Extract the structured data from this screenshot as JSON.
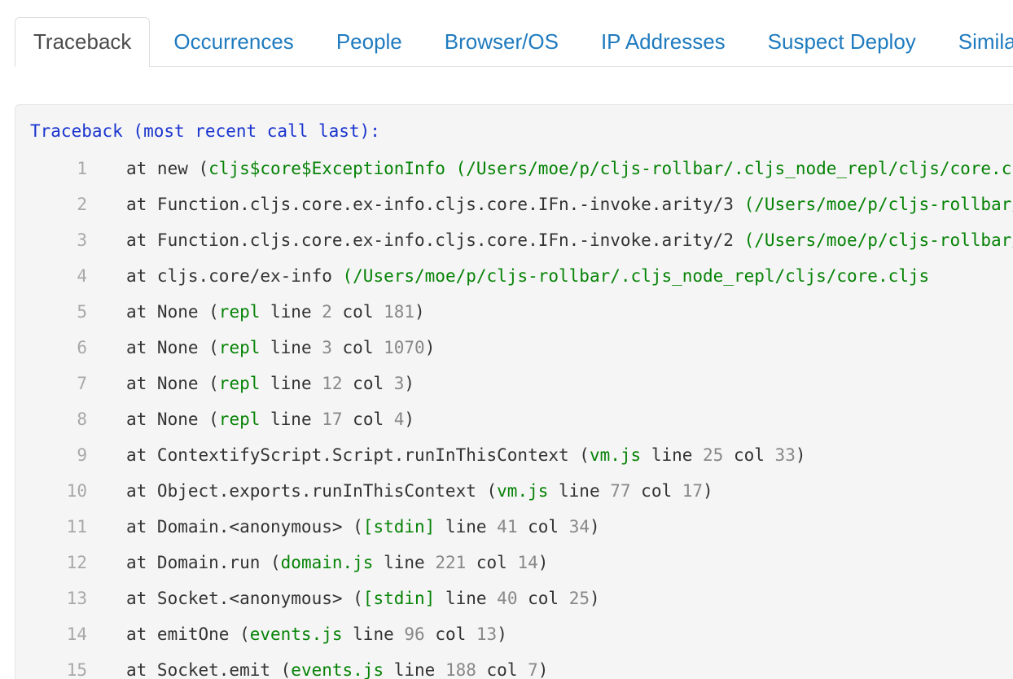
{
  "tabs": [
    {
      "label": "Traceback",
      "active": true
    },
    {
      "label": "Occurrences",
      "active": false
    },
    {
      "label": "People",
      "active": false
    },
    {
      "label": "Browser/OS",
      "active": false
    },
    {
      "label": "IP Addresses",
      "active": false
    },
    {
      "label": "Suspect Deploy",
      "active": false
    },
    {
      "label": "Similar I",
      "active": false
    }
  ],
  "traceback": {
    "header": "Traceback (most recent call last):",
    "colors": {
      "header": "#1a34cf",
      "path": "#068306",
      "number": "#888888",
      "text": "#333333",
      "gutter": "#a8a8a8",
      "panel_bg": "#f5f5f5",
      "tab_link": "#1f7bbf",
      "tab_active": "#4d4d4d"
    },
    "frames": [
      {
        "n": "1",
        "parts": [
          {
            "t": "at new (",
            "c": "plain"
          },
          {
            "t": "cljs$core$ExceptionInfo",
            "c": "path"
          },
          {
            "t": " ",
            "c": "plain"
          },
          {
            "t": "(/Users/moe/p/cljs-rollbar/.cljs_node_repl/cljs/core.cljs",
            "c": "path"
          }
        ]
      },
      {
        "n": "2",
        "parts": [
          {
            "t": "at Function.cljs.core.ex-info.cljs.core.IFn.-invoke.arity/3 ",
            "c": "plain"
          },
          {
            "t": "(/Users/moe/p/cljs-rollbar/.cljs_node_repl/cljs/core.cljs",
            "c": "path"
          }
        ]
      },
      {
        "n": "3",
        "parts": [
          {
            "t": "at Function.cljs.core.ex-info.cljs.core.IFn.-invoke.arity/2 ",
            "c": "plain"
          },
          {
            "t": "(/Users/moe/p/cljs-rollbar/.cljs_node_repl/cljs/core.cljs",
            "c": "path"
          }
        ]
      },
      {
        "n": "4",
        "parts": [
          {
            "t": "at cljs.core/ex-info ",
            "c": "plain"
          },
          {
            "t": "(/Users/moe/p/cljs-rollbar/.cljs_node_repl/cljs/core.cljs",
            "c": "path"
          }
        ]
      },
      {
        "n": "5",
        "parts": [
          {
            "t": "at None (",
            "c": "plain"
          },
          {
            "t": "repl",
            "c": "path"
          },
          {
            "t": " line ",
            "c": "plain"
          },
          {
            "t": "2",
            "c": "num"
          },
          {
            "t": " col ",
            "c": "plain"
          },
          {
            "t": "181",
            "c": "num"
          },
          {
            "t": ")",
            "c": "plain"
          }
        ]
      },
      {
        "n": "6",
        "parts": [
          {
            "t": "at None (",
            "c": "plain"
          },
          {
            "t": "repl",
            "c": "path"
          },
          {
            "t": " line ",
            "c": "plain"
          },
          {
            "t": "3",
            "c": "num"
          },
          {
            "t": " col ",
            "c": "plain"
          },
          {
            "t": "1070",
            "c": "num"
          },
          {
            "t": ")",
            "c": "plain"
          }
        ]
      },
      {
        "n": "7",
        "parts": [
          {
            "t": "at None (",
            "c": "plain"
          },
          {
            "t": "repl",
            "c": "path"
          },
          {
            "t": " line ",
            "c": "plain"
          },
          {
            "t": "12",
            "c": "num"
          },
          {
            "t": " col ",
            "c": "plain"
          },
          {
            "t": "3",
            "c": "num"
          },
          {
            "t": ")",
            "c": "plain"
          }
        ]
      },
      {
        "n": "8",
        "parts": [
          {
            "t": "at None (",
            "c": "plain"
          },
          {
            "t": "repl",
            "c": "path"
          },
          {
            "t": " line ",
            "c": "plain"
          },
          {
            "t": "17",
            "c": "num"
          },
          {
            "t": " col ",
            "c": "plain"
          },
          {
            "t": "4",
            "c": "num"
          },
          {
            "t": ")",
            "c": "plain"
          }
        ]
      },
      {
        "n": "9",
        "parts": [
          {
            "t": "at ContextifyScript.Script.runInThisContext (",
            "c": "plain"
          },
          {
            "t": "vm.js",
            "c": "path"
          },
          {
            "t": " line ",
            "c": "plain"
          },
          {
            "t": "25",
            "c": "num"
          },
          {
            "t": " col ",
            "c": "plain"
          },
          {
            "t": "33",
            "c": "num"
          },
          {
            "t": ")",
            "c": "plain"
          }
        ]
      },
      {
        "n": "10",
        "parts": [
          {
            "t": "at Object.exports.runInThisContext (",
            "c": "plain"
          },
          {
            "t": "vm.js",
            "c": "path"
          },
          {
            "t": " line ",
            "c": "plain"
          },
          {
            "t": "77",
            "c": "num"
          },
          {
            "t": " col ",
            "c": "plain"
          },
          {
            "t": "17",
            "c": "num"
          },
          {
            "t": ")",
            "c": "plain"
          }
        ]
      },
      {
        "n": "11",
        "parts": [
          {
            "t": "at Domain.<anonymous> (",
            "c": "plain"
          },
          {
            "t": "[stdin]",
            "c": "path"
          },
          {
            "t": " line ",
            "c": "plain"
          },
          {
            "t": "41",
            "c": "num"
          },
          {
            "t": " col ",
            "c": "plain"
          },
          {
            "t": "34",
            "c": "num"
          },
          {
            "t": ")",
            "c": "plain"
          }
        ]
      },
      {
        "n": "12",
        "parts": [
          {
            "t": "at Domain.run (",
            "c": "plain"
          },
          {
            "t": "domain.js",
            "c": "path"
          },
          {
            "t": " line ",
            "c": "plain"
          },
          {
            "t": "221",
            "c": "num"
          },
          {
            "t": " col ",
            "c": "plain"
          },
          {
            "t": "14",
            "c": "num"
          },
          {
            "t": ")",
            "c": "plain"
          }
        ]
      },
      {
        "n": "13",
        "parts": [
          {
            "t": "at Socket.<anonymous> (",
            "c": "plain"
          },
          {
            "t": "[stdin]",
            "c": "path"
          },
          {
            "t": " line ",
            "c": "plain"
          },
          {
            "t": "40",
            "c": "num"
          },
          {
            "t": " col ",
            "c": "plain"
          },
          {
            "t": "25",
            "c": "num"
          },
          {
            "t": ")",
            "c": "plain"
          }
        ]
      },
      {
        "n": "14",
        "parts": [
          {
            "t": "at emitOne (",
            "c": "plain"
          },
          {
            "t": "events.js",
            "c": "path"
          },
          {
            "t": " line ",
            "c": "plain"
          },
          {
            "t": "96",
            "c": "num"
          },
          {
            "t": " col ",
            "c": "plain"
          },
          {
            "t": "13",
            "c": "num"
          },
          {
            "t": ")",
            "c": "plain"
          }
        ]
      },
      {
        "n": "15",
        "parts": [
          {
            "t": "at Socket.emit (",
            "c": "plain"
          },
          {
            "t": "events.js",
            "c": "path"
          },
          {
            "t": " line ",
            "c": "plain"
          },
          {
            "t": "188",
            "c": "num"
          },
          {
            "t": " col ",
            "c": "plain"
          },
          {
            "t": "7",
            "c": "num"
          },
          {
            "t": ")",
            "c": "plain"
          }
        ]
      }
    ]
  }
}
